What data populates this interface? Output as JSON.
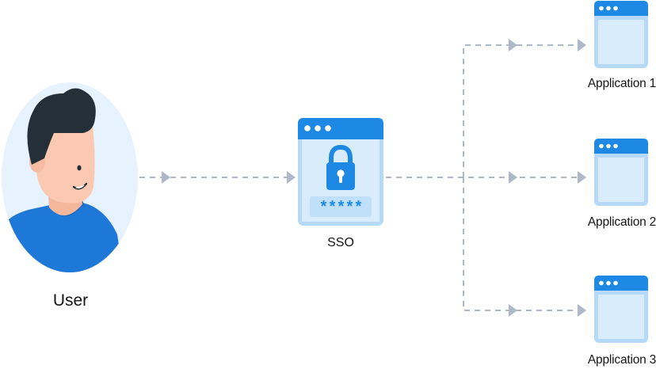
{
  "diagram": {
    "user": {
      "label": "User",
      "icon": "user-avatar-icon"
    },
    "sso": {
      "label": "SSO",
      "icon": "lock-icon",
      "password_mask": "*****"
    },
    "applications": [
      {
        "label": "Application 1",
        "icon": "app-window-icon"
      },
      {
        "label": "Application 2",
        "icon": "app-window-icon"
      },
      {
        "label": "Application 3",
        "icon": "app-window-icon"
      }
    ]
  },
  "colors": {
    "connector": "#aeb8c6",
    "window_header": "#1e88e5",
    "window_body": "#d8ecfb",
    "window_frame": "#b5d9f6",
    "avatar_bg": "#e6f2fd",
    "shirt": "#1e78d8",
    "hair": "#243038",
    "skin": "#fbc9b2"
  }
}
